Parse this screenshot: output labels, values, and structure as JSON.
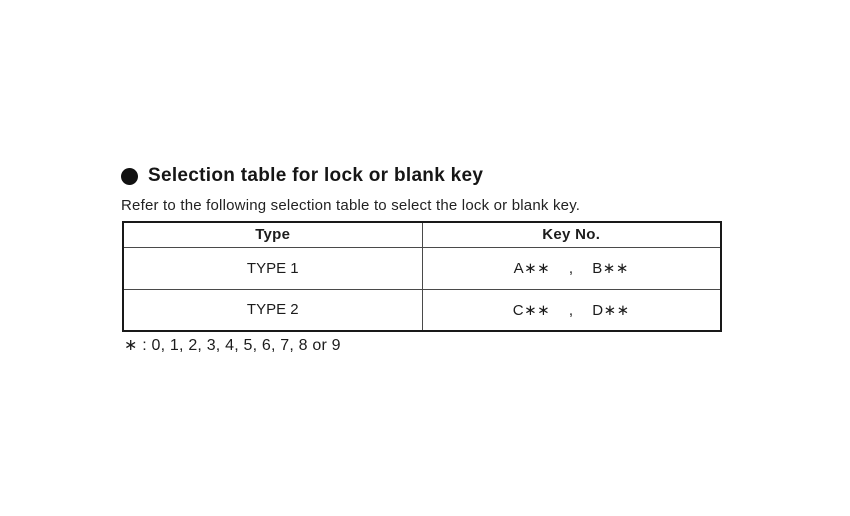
{
  "page": {
    "background": "#ffffff",
    "text_color": "#1c1c1c"
  },
  "heading": {
    "bullet_icon": "filled-circle",
    "title": "Selection table for lock or blank key"
  },
  "intro": "Refer to the following selection table to select the lock or blank key.",
  "table": {
    "columns": [
      "Type",
      "Key No."
    ],
    "rows": [
      {
        "type": "TYPE 1",
        "key": "A∗∗    ,    B∗∗"
      },
      {
        "type": "TYPE 2",
        "key": "C∗∗    ,    D∗∗"
      }
    ]
  },
  "footnote": "∗ : 0, 1, 2, 3, 4, 5, 6, 7, 8 or 9"
}
